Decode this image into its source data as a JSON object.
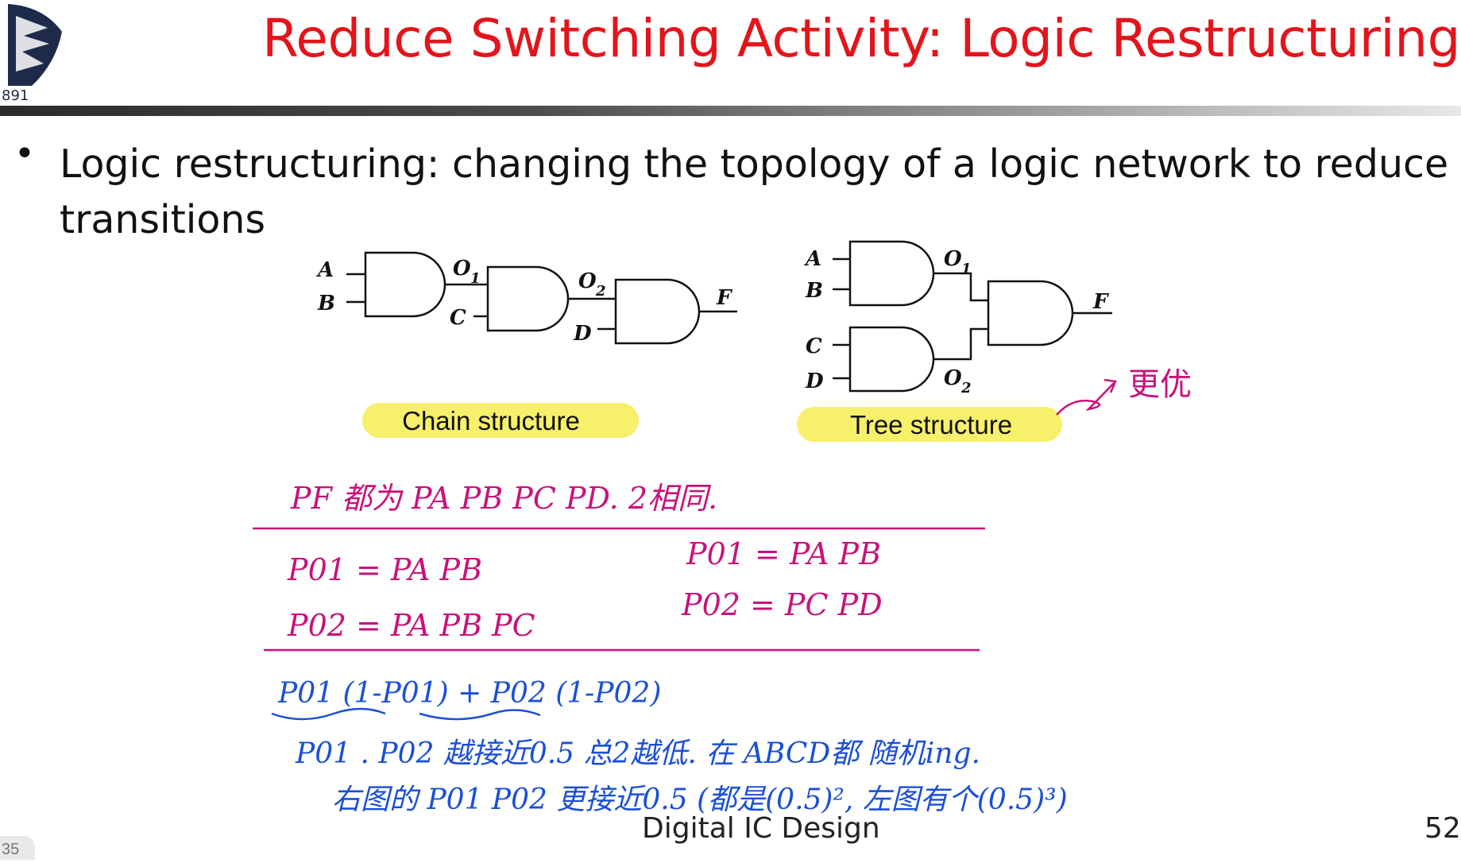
{
  "slide": {
    "title": "Reduce Switching Activity: Logic Restructuring",
    "bullet": "Logic restructuring: changing the topology of a logic network to reduce transitions",
    "bullet_symbol": "•",
    "footer": "Digital IC Design",
    "page_number": "52",
    "slide_counter": "35",
    "logo_text": "891",
    "colors": {
      "title": "#e4141b",
      "annotation_magenta": "#c8127a",
      "annotation_blue": "#1a4fd6",
      "label_highlight": "#f7f06a"
    }
  },
  "diagram": {
    "chain": {
      "caption": "Chain structure",
      "inputs": {
        "a": "A",
        "b": "B",
        "c": "C",
        "d": "D"
      },
      "outputs": {
        "o1": "O",
        "o1_sub": "1",
        "o2": "O",
        "o2_sub": "2",
        "f": "F"
      }
    },
    "tree": {
      "caption": "Tree structure",
      "inputs": {
        "a": "A",
        "b": "B",
        "c": "C",
        "d": "D"
      },
      "outputs": {
        "o1": "O",
        "o1_sub": "1",
        "o2": "O",
        "o2_sub": "2",
        "f": "F"
      },
      "annotation": "更优"
    }
  },
  "handwriting": {
    "line1": "PF 都为 PA PB PC PD. 2相同.",
    "chain_p01": "P01 = PA PB",
    "chain_p02": "P02 = PA PB PC",
    "tree_p01": "P01 = PA PB",
    "tree_p02": "P02 = PC PD",
    "formula": "P01 (1-P01) + P02 (1-P02)",
    "note1": "P01 . P02 越接近0.5 总2越低. 在 ABCD都 随机ing.",
    "note2": "右图的 P01 P02 更接近0.5 (都是(0.5)², 左图有个(0.5)³)"
  }
}
